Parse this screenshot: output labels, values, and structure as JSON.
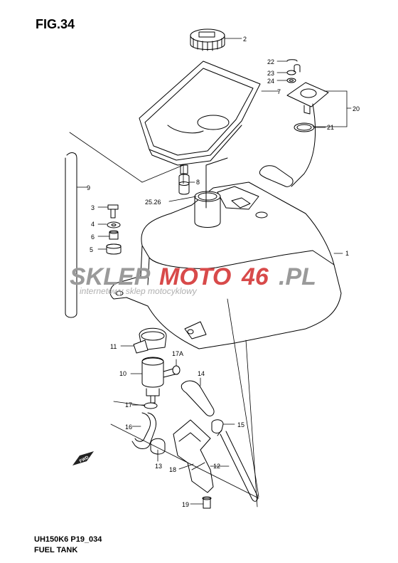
{
  "figure": {
    "title": "FIG.34"
  },
  "footer": {
    "code": "UH150K6 P19_034",
    "name": "FUEL TANK"
  },
  "watermark": {
    "brand_left": "SKLEP",
    "brand_mid": "MOTO",
    "brand_num": "46",
    "brand_tld": ".PL",
    "tagline": "internetowy sklep motocyklowy",
    "colors": {
      "gray": "#9a9a9a",
      "red": "#d84a4a"
    }
  },
  "direction_tag": "FWD",
  "callouts": {
    "c1": "1",
    "c2": "2",
    "c3": "3",
    "c4": "4",
    "c5": "5",
    "c6": "6",
    "c7": "7",
    "c8": "8",
    "c9": "9",
    "c10": "10",
    "c11": "11",
    "c12": "12",
    "c13": "13",
    "c14": "14",
    "c15": "15",
    "c16": "16",
    "c17": "17",
    "c17a": "17A",
    "c18": "18",
    "c19": "19",
    "c20": "20",
    "c21": "21",
    "c22": "22",
    "c23": "23",
    "c24": "24",
    "c2526": "25.26"
  }
}
